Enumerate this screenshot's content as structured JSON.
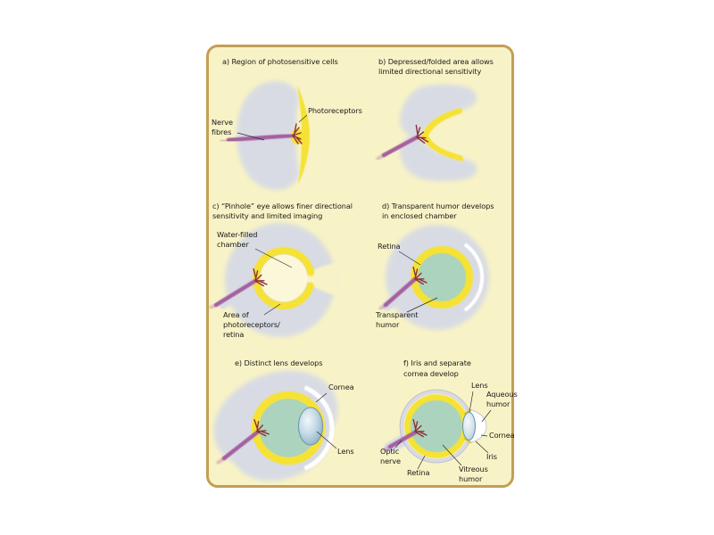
{
  "figure": {
    "background": "#ffffff",
    "card_bg": "#f8f3c6",
    "card_border": "#c59d56"
  },
  "colors": {
    "tissue_gray": "#d8dbe3",
    "photoreceptor_yellow": "#f5e235",
    "nerve_purple": "#a55fa0",
    "nerve_branch_red": "#8e3039",
    "humor_teal": "#abd3bd",
    "lens_blue": "#9fc2d4",
    "cornea_white": "#ffffff",
    "text": "#1b1b1b"
  },
  "panels": [
    {
      "id": "a",
      "title_lines": [
        "a) Region of photosensitive cells"
      ],
      "labels": {
        "nerve_fibres": [
          "Nerve",
          "fibres"
        ],
        "photoreceptors": [
          "Photoreceptors"
        ]
      }
    },
    {
      "id": "b",
      "title_lines": [
        "b) Depressed/folded area allows",
        "limited directional sensitivity"
      ],
      "labels": {}
    },
    {
      "id": "c",
      "title_lines": [
        "c) “Pinhole” eye allows finer directional",
        "sensitivity and limited imaging"
      ],
      "labels": {
        "water_filled_chamber": [
          "Water-filled",
          "chamber"
        ],
        "area_of_photoreceptors": [
          "Area of",
          "photoreceptors/",
          "retina"
        ]
      }
    },
    {
      "id": "d",
      "title_lines": [
        "d) Transparent humor develops",
        "in enclosed chamber"
      ],
      "labels": {
        "retina": [
          "Retina"
        ],
        "transparent_humor": [
          "Transparent",
          "humor"
        ]
      }
    },
    {
      "id": "e",
      "title_lines": [
        "e) Distinct lens develops"
      ],
      "labels": {
        "cornea": [
          "Cornea"
        ],
        "lens": [
          "Lens"
        ]
      }
    },
    {
      "id": "f",
      "title_lines": [
        "f) Iris and separate",
        "cornea develop"
      ],
      "labels": {
        "lens": [
          "Lens"
        ],
        "aqueous_humor": [
          "Aqueous",
          "humor"
        ],
        "cornea": [
          "Cornea"
        ],
        "iris": [
          "Iris"
        ],
        "optic_nerve": [
          "Optic",
          "nerve"
        ],
        "retina": [
          "Retina"
        ],
        "vitreous_humor": [
          "Vitreous",
          "humor"
        ]
      }
    }
  ]
}
